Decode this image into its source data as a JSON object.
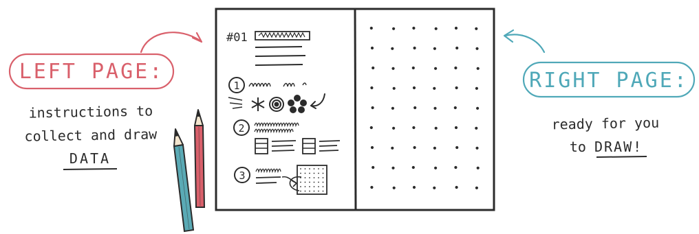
{
  "left_callout": {
    "title": "LEFT PAGE:",
    "lines": [
      "instructions to",
      "collect and draw"
    ],
    "emphasis": "DATA",
    "color": "#d9606b"
  },
  "right_callout": {
    "title": "RIGHT PAGE:",
    "lines": [
      "ready for you"
    ],
    "prefix": "to ",
    "emphasis": "DRAW",
    "suffix": "!",
    "color": "#4fa8b8"
  },
  "notebook": {
    "left_page": {
      "number": "#01",
      "steps": [
        "1",
        "2",
        "3"
      ]
    },
    "right_page": {
      "style": "dot-grid"
    }
  },
  "pencils": [
    {
      "name": "blue-pencil",
      "color": "#5aaab5"
    },
    {
      "name": "red-pencil",
      "color": "#d9606b"
    }
  ],
  "colors": {
    "ink": "#2b2b2b",
    "left_accent": "#d9606b",
    "right_accent": "#4fa8b8",
    "paper": "#ffffff"
  }
}
